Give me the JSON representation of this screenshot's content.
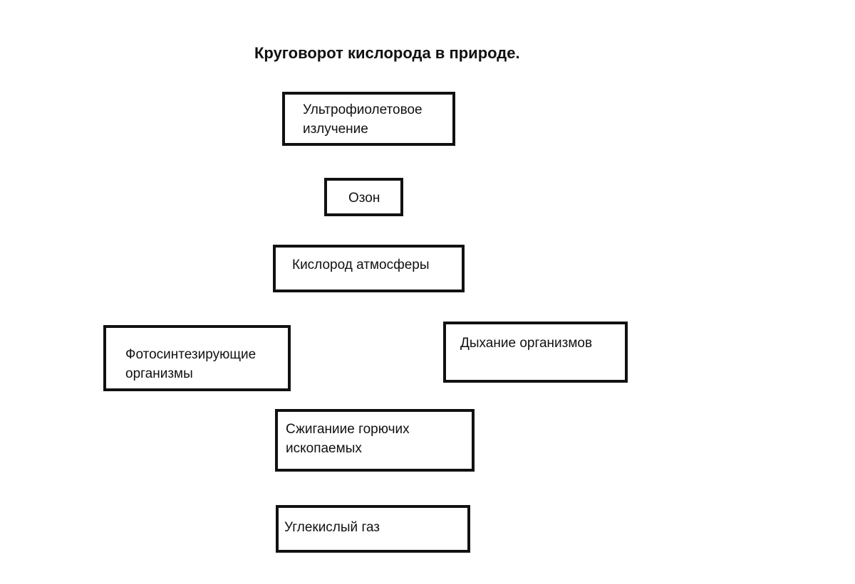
{
  "title": "Круговорот кислорода в природе.",
  "boxes": {
    "uv": "Ультрофиолетовое излучение",
    "ozone": "Озон",
    "oxygen": "Кислород атмосферы",
    "photosynthesis": "Фотосинтезирующие организмы",
    "respiration": "Дыхание организмов",
    "burning": "Сжиганиие горючих ископаемых",
    "co2": "Углекислый газ"
  }
}
